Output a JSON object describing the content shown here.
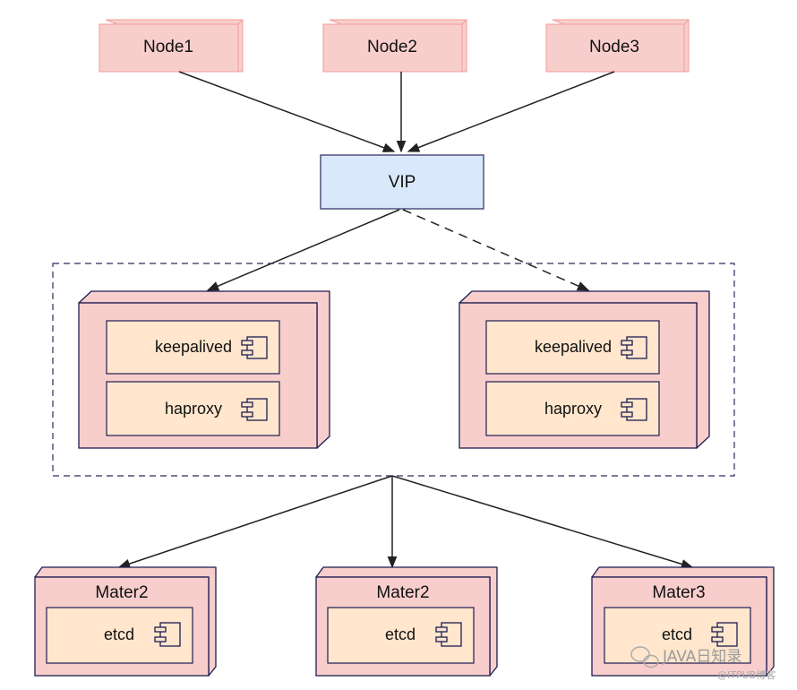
{
  "nodes": [
    "Node1",
    "Node2",
    "Node3"
  ],
  "vip": "VIP",
  "lb_components": [
    "keepalived",
    "haproxy"
  ],
  "masters": [
    "Mater2",
    "Mater2",
    "Mater3"
  ],
  "master_component": "etcd",
  "watermark": {
    "brand": "JAVA日知录",
    "source": "@ITPUB博客"
  },
  "colors": {
    "node_fill": "#f8cecc",
    "node_stroke": "#f19c99",
    "vip_fill": "#dae8fc",
    "vip_stroke": "#2b2b5c",
    "device_fill": "#f8cecc",
    "device_stroke": "#1d1d52",
    "component_fill": "#ffe6cc",
    "arrow": "#222222",
    "group_border": "#2b2b5c"
  }
}
